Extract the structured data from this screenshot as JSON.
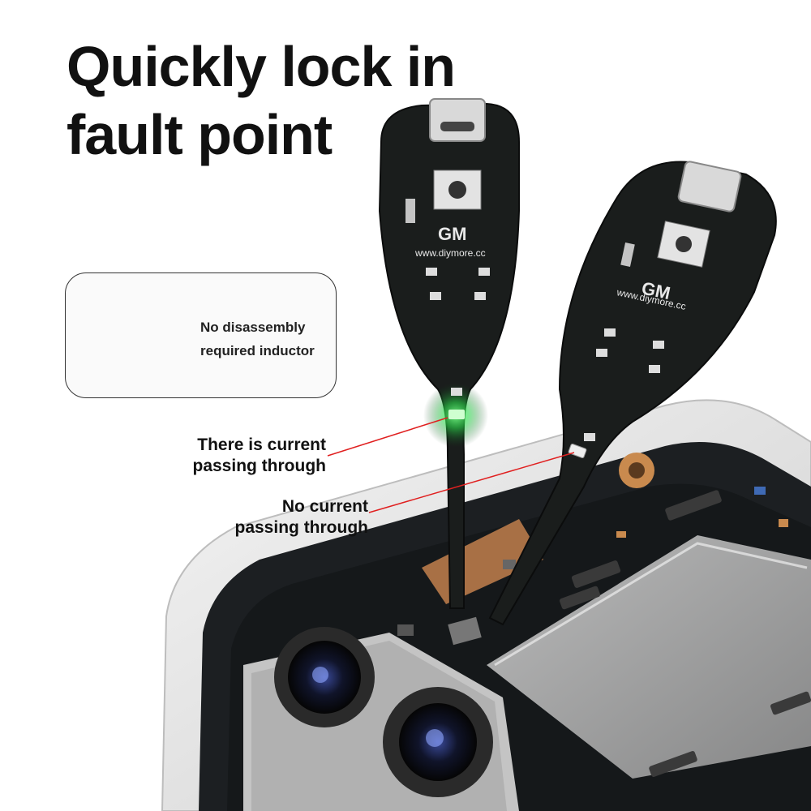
{
  "headline": {
    "line1": "Quickly lock in",
    "line2": "fault point"
  },
  "inductor_callout": {
    "line1": "No disassembly",
    "line2": "required inductor"
  },
  "annotations": {
    "current": {
      "line1": "There is current",
      "line2": "passing through"
    },
    "no_current": {
      "line1": "No current",
      "line2": "passing through"
    }
  },
  "probe_logo": "GM",
  "probe_url": "www.diymore.cc",
  "colors": {
    "pcb": "#1a1d1c",
    "led_on": "#39ff5a",
    "pointer_line": "#e02020",
    "accent_copper": "#c98a4e"
  }
}
